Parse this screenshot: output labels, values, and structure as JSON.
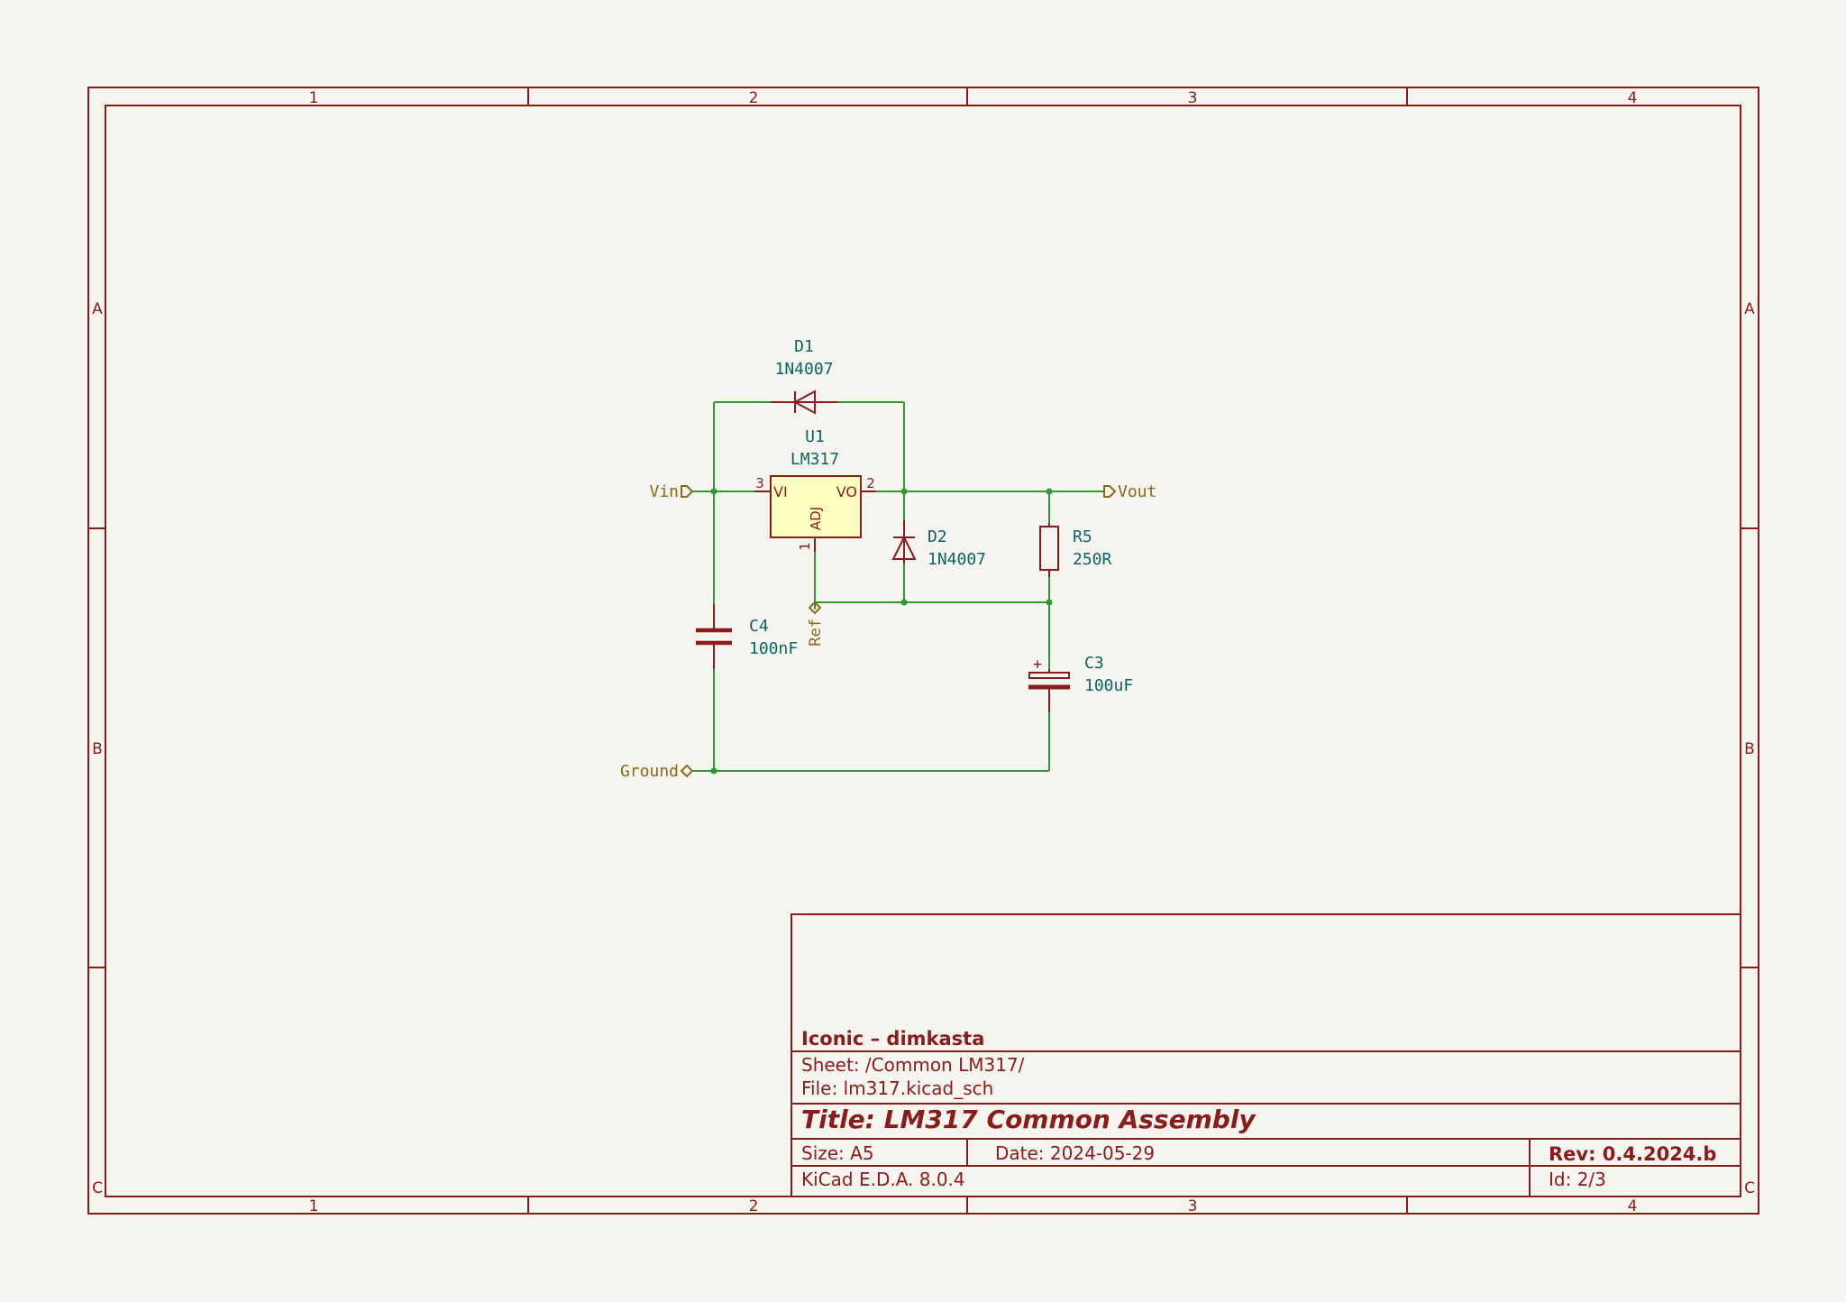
{
  "colors": {
    "background": "#f5f4ef",
    "frame": "#8b1c1c",
    "wire": "#2f9a2f",
    "symbol": "#8b1c1c",
    "symbol_fill": "#ffffc2",
    "ref_text": "#0b6466",
    "label_text": "#8a6a1a"
  },
  "frame": {
    "columns": [
      "1",
      "2",
      "3",
      "4"
    ],
    "rows": [
      "A",
      "B",
      "C"
    ]
  },
  "components": {
    "d1": {
      "ref": "D1",
      "value": "1N4007"
    },
    "u1": {
      "ref": "U1",
      "value": "LM317",
      "pin_vi": "VI",
      "pin_vo": "VO",
      "pin_adj": "ADJ",
      "pin3": "3",
      "pin2": "2",
      "pin1": "1"
    },
    "d2": {
      "ref": "D2",
      "value": "1N4007"
    },
    "r5": {
      "ref": "R5",
      "value": "250R"
    },
    "c4": {
      "ref": "C4",
      "value": "100nF"
    },
    "c3": {
      "ref": "C3",
      "value": "100uF",
      "polarity": "+"
    }
  },
  "labels": {
    "vin": "Vin",
    "vout": "Vout",
    "ref": "Ref",
    "ground": "Ground"
  },
  "title_block": {
    "company": "Iconic – dimkasta",
    "sheet": "Sheet: /Common LM317/",
    "file": "File: lm317.kicad_sch",
    "title": "Title: LM317 Common Assembly",
    "size": "Size: A5",
    "date": "Date: 2024-05-29",
    "rev": "Rev: 0.4.2024.b",
    "tool": "KiCad E.D.A. 8.0.4",
    "id": "Id: 2/3"
  }
}
